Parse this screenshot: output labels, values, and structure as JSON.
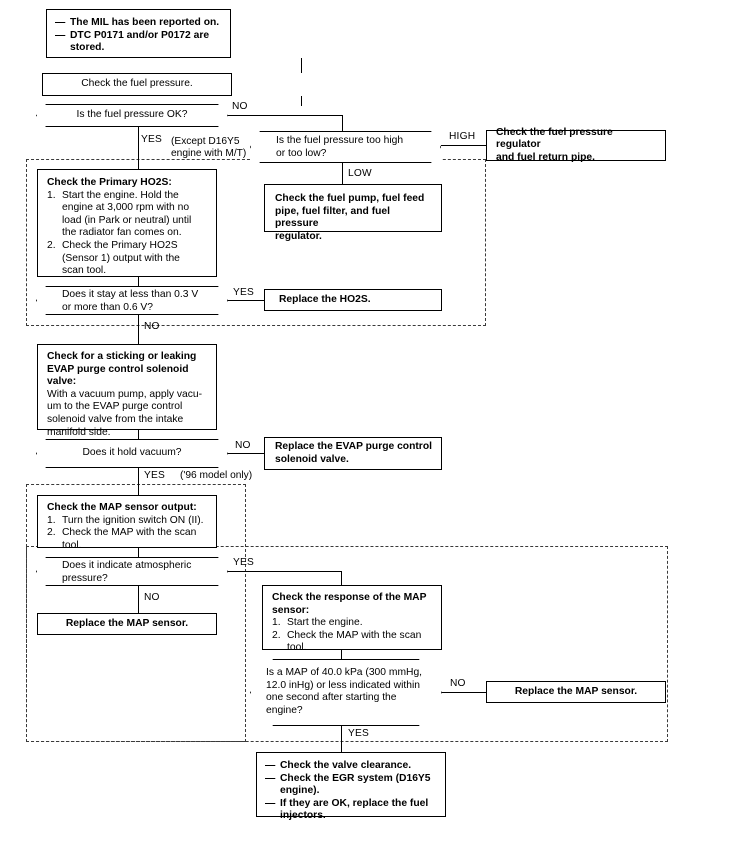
{
  "document": {
    "type": "troubleshooting-flowchart",
    "title": "Fuel System Troubleshooting Flowchart (DTC P0171 / P0172)"
  },
  "nodes": {
    "start": {
      "type": "terminal",
      "items": [
        "The MIL has been reported on.",
        "DTC P0171 and/or P0172 are stored."
      ]
    },
    "check_fuel_pressure": {
      "type": "process",
      "text": "Check the fuel pressure."
    },
    "q_fuel_pressure_ok": {
      "type": "decision",
      "text": "Is the fuel pressure OK?"
    },
    "q_pressure_high_low": {
      "type": "decision",
      "line1": "Is the fuel pressure too high",
      "line2": "or too low?"
    },
    "check_regulator": {
      "type": "process",
      "line1": "Check the fuel pressure regulator",
      "line2": "and fuel return pipe."
    },
    "check_pump": {
      "type": "process",
      "line1": "Check the fuel pump, fuel feed",
      "line2": "pipe, fuel filter, and fuel pressure",
      "line3": "regulator."
    },
    "check_primary_ho2s": {
      "type": "process",
      "header": "Check the Primary HO2S:",
      "steps": [
        {
          "n": "1.",
          "lines": [
            "Start the engine. Hold the",
            "engine at 3,000 rpm with no",
            "load (in Park or neutral) until",
            "the radiator fan comes on."
          ]
        },
        {
          "n": "2.",
          "lines": [
            "Check the Primary HO2S",
            "(Sensor 1) output with the",
            "scan tool."
          ]
        }
      ]
    },
    "q_ho2s_voltage": {
      "type": "decision",
      "line1": "Does it stay at less than 0.3 V",
      "line2": "or more than 0.6 V?"
    },
    "replace_ho2s": {
      "type": "process",
      "text": "Replace the HO2S."
    },
    "check_evap": {
      "type": "process",
      "header_lines": [
        "Check for a sticking or leaking",
        "EVAP purge control solenoid",
        "valve:"
      ],
      "body_lines": [
        "With a vacuum pump, apply vacu-",
        "um to the EVAP purge control",
        "solenoid valve from the intake",
        "manifold side."
      ]
    },
    "q_hold_vacuum": {
      "type": "decision",
      "text": "Does it hold vacuum?"
    },
    "replace_evap": {
      "type": "process",
      "line1": "Replace the EVAP purge control",
      "line2": "solenoid valve."
    },
    "check_map_output": {
      "type": "process",
      "header": "Check the MAP sensor output:",
      "steps": [
        {
          "n": "1.",
          "lines": [
            "Turn the ignition switch ON (II)."
          ]
        },
        {
          "n": "2.",
          "lines": [
            "Check the MAP with the scan",
            "tool."
          ]
        }
      ]
    },
    "q_atmospheric_pressure": {
      "type": "decision",
      "line1": "Does it indicate atmospheric",
      "line2": "pressure?"
    },
    "replace_map_sensor_1": {
      "type": "process",
      "text": "Replace the MAP sensor."
    },
    "check_map_response": {
      "type": "process",
      "header_lines": [
        "Check the response of the MAP",
        "sensor:"
      ],
      "steps": [
        {
          "n": "1.",
          "lines": [
            "Start the engine."
          ]
        },
        {
          "n": "2.",
          "lines": [
            "Check the MAP with the scan",
            "tool."
          ]
        }
      ]
    },
    "q_map_40kpa": {
      "type": "decision",
      "line1": "Is a MAP of 40.0 kPa (300 mmHg,",
      "line2": "12.0 inHg) or less indicated within",
      "line3": "one second after starting the",
      "line4": "engine?"
    },
    "replace_map_sensor_2": {
      "type": "process",
      "text": "Replace the MAP sensor."
    },
    "final_actions": {
      "type": "terminal",
      "items": [
        {
          "lines": [
            "Check the valve clearance."
          ]
        },
        {
          "lines": [
            "Check the EGR system (D16Y5",
            "engine)."
          ]
        },
        {
          "lines": [
            "If they are OK, replace the fuel",
            "injectors."
          ]
        }
      ]
    }
  },
  "branch_labels": {
    "no_1": "NO",
    "yes_1": "YES",
    "high": "HIGH",
    "low": "LOW",
    "yes_ho2s": "YES",
    "no_ho2s": "NO",
    "no_vacuum": "NO",
    "yes_vacuum": "YES",
    "yes_atm": "YES",
    "no_atm": "NO",
    "no_map40": "NO",
    "yes_map40": "YES"
  },
  "annotations": {
    "except_line1": "(Except D16Y5",
    "except_line2": "engine with M/T)",
    "model_year_note": "('96 model only)"
  },
  "colors": {
    "ink": "#000000",
    "paper": "#ffffff",
    "dash": "#3a3a3a"
  }
}
